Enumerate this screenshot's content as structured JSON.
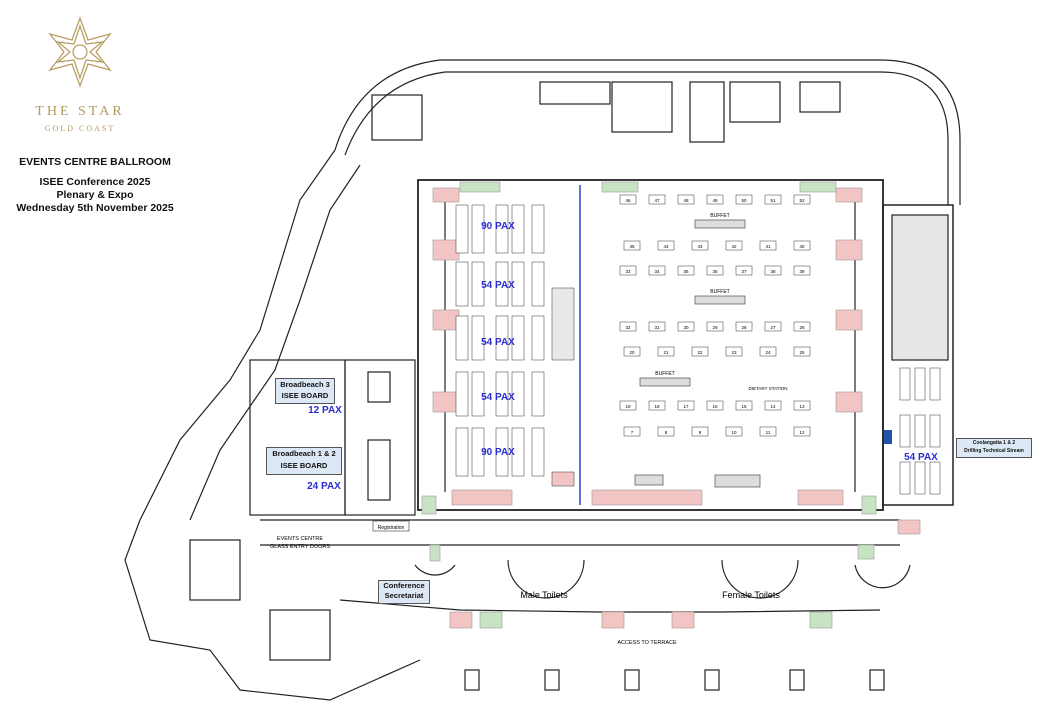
{
  "brand": {
    "name": "THE STAR",
    "sub": "GOLD COAST",
    "color": "#b59a5e"
  },
  "header": {
    "title": "EVENTS CENTRE BALLROOM",
    "line1": "ISEE Conference 2025",
    "line2": "Plenary & Expo",
    "line3": "Wednesday 5th November 2025"
  },
  "rooms": {
    "bb3": {
      "line1": "Broadbeach 3",
      "line2": "ISEE BOARD",
      "pax": "12 PAX"
    },
    "bb12": {
      "line1": "Broadbeach 1 & 2",
      "line2": "ISEE BOARD",
      "pax": "24 PAX"
    },
    "coolangatta": {
      "line1": "Coolangatta 1 & 2",
      "line2": "Drilling Technical Stream",
      "pax": "54 PAX"
    },
    "secretariat": {
      "line1": "Conference",
      "line2": "Secretariat"
    },
    "male_toilets": "Male Toilets",
    "female_toilets": "Female Toilets",
    "entry": {
      "line1": "EVENTS CENTRE",
      "line2": "GLASS ENTRY DOORS"
    },
    "terrace": "ACCESS TO TERRACE",
    "registration": "Registration"
  },
  "plenary": {
    "blocks": [
      "90 PAX",
      "54 PAX",
      "54 PAX",
      "54 PAX",
      "90 PAX"
    ]
  },
  "expo": {
    "buffet": "BUFFET",
    "dietary": "DIETARY STATION",
    "booth_rows": [
      [
        "46",
        "47",
        "48",
        "49",
        "50",
        "51",
        "52"
      ],
      [
        "45",
        "44",
        "43",
        "42",
        "41",
        "40"
      ],
      [
        "33",
        "34",
        "35",
        "36",
        "37",
        "38",
        "39"
      ],
      [
        "32",
        "31",
        "30",
        "29",
        "28",
        "27",
        "26"
      ],
      [
        "20",
        "21",
        "22",
        "23",
        "24",
        "25"
      ],
      [
        "19",
        "18",
        "17",
        "16",
        "15",
        "14",
        "13"
      ],
      [
        "7",
        "8",
        "9",
        "10",
        "11",
        "12"
      ]
    ]
  },
  "colors": {
    "pax_text": "#2b2bd4",
    "exit_red": "#f2c4c4",
    "exit_green": "#c7e3c3",
    "divider": "#3344cc",
    "wall": "#222222"
  }
}
